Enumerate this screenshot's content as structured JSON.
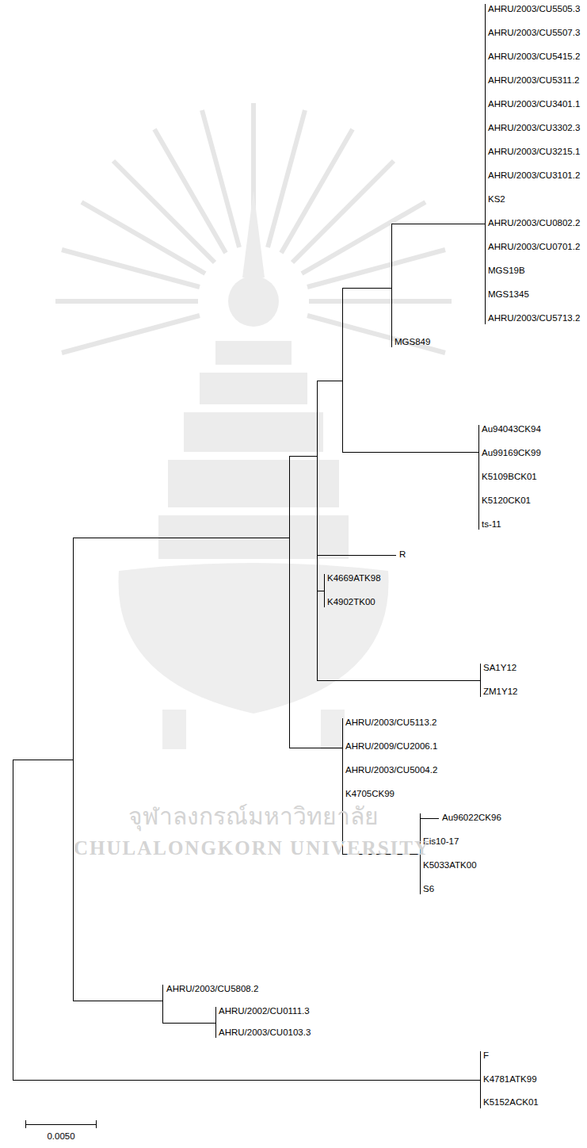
{
  "diagram": {
    "labels": [
      "AHRU/2003/CU5505.3",
      "AHRU/2003/CU5507.3",
      "AHRU/2003/CU5415.2",
      "AHRU/2003/CU5311.2",
      "AHRU/2003/CU3401.1",
      "AHRU/2003/CU3302.3",
      "AHRU/2003/CU3215.1",
      "AHRU/2003/CU3101.2",
      "KS2",
      "AHRU/2003/CU0802.2",
      "AHRU/2003/CU0701.2",
      "MGS19B",
      "MGS1345",
      "AHRU/2003/CU5713.2",
      "MGS849",
      "Au94043CK94",
      "Au99169CK99",
      "K5109BCK01",
      "K5120CK01",
      "ts-11",
      "R",
      "K4669ATK98",
      "K4902TK00",
      "SA1Y12",
      "ZM1Y12",
      "AHRU/2003/CU5113.2",
      "AHRU/2009/CU2006.1",
      "AHRU/2003/CU5004.2",
      "K4705CK99",
      "Au96022CK96",
      "Eis10-17",
      "K5033ATK00",
      "S6",
      "AHRU/2003/CU5808.2",
      "AHRU/2002/CU0111.3",
      "AHRU/2003/CU0103.3",
      "F",
      "K4781ATK99",
      "K5152ACK01",
      "0.0050",
      "จุฬาลงกรณ์มหาวิทยาลัย",
      "CHULALONGKORN UNIVERSITY"
    ]
  }
}
